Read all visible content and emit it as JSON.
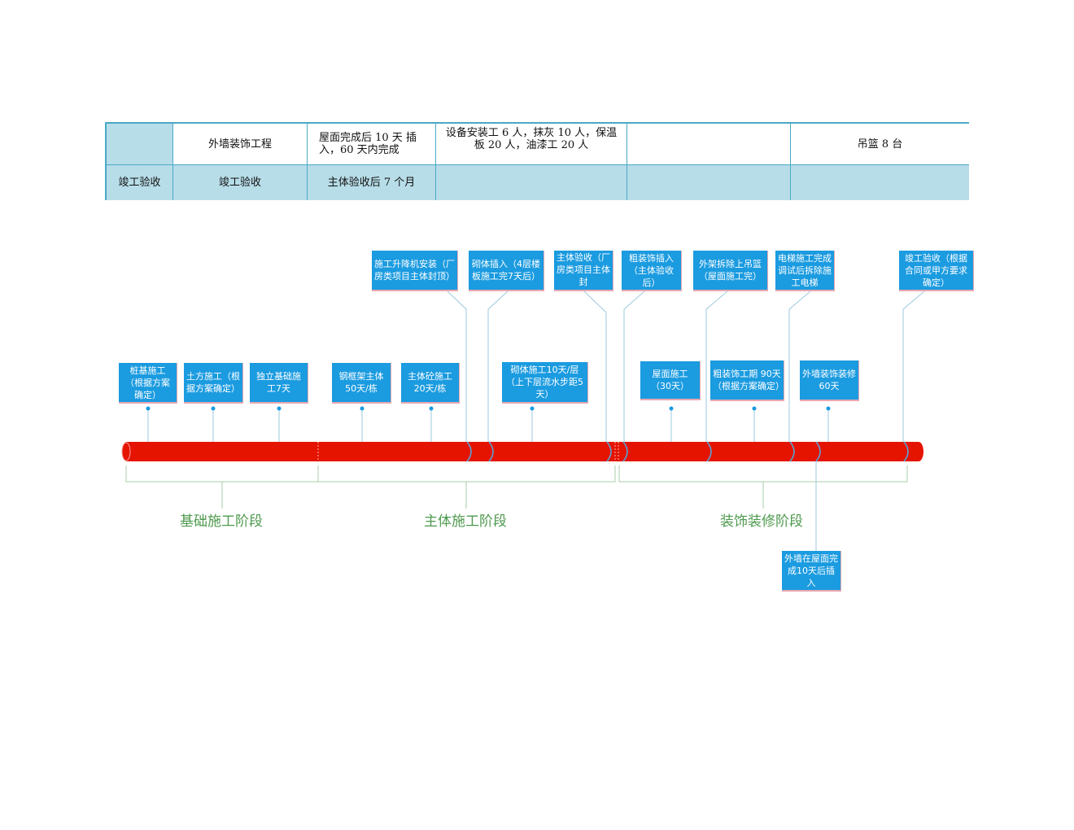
{
  "table": {
    "rows": [
      {
        "phase": "",
        "item": "外墙装饰工程",
        "schedule": "屋面完成后 10 天 插 入，60 天内完成",
        "labor": "设备安装工 6 人，抹灰 10 人，保温板 20 人，油漆工 20 人",
        "col5": "",
        "equipment": "吊篮 8 台"
      },
      {
        "phase": "竣工验收",
        "item": "竣工验收",
        "schedule": "主体验收后 7 个月",
        "labor": "",
        "col5": "",
        "equipment": ""
      }
    ]
  },
  "timeline": {
    "bar_color": "#e51400",
    "phases": [
      {
        "label": "基础施工阶段"
      },
      {
        "label": "主体施工阶段"
      },
      {
        "label": "装饰装修阶段"
      }
    ],
    "lower_boxes": [
      {
        "text": "桩基施工（根据方案确定）"
      },
      {
        "text": "土方施工（根据方案确定）"
      },
      {
        "text": "独立基础施工7天"
      },
      {
        "text": "钢框架主体50天/栋"
      },
      {
        "text": "主体砼施工20天/栋"
      },
      {
        "text": "砌体施工10天/层（上下层流水步距5天）"
      },
      {
        "text": "屋面施工（30天）"
      },
      {
        "text": "粗装饰工期 90天（根据方案确定）"
      },
      {
        "text": "外墙装饰装修60天"
      }
    ],
    "upper_boxes": [
      {
        "text": "施工升降机安装（厂房类项目主体封顶）"
      },
      {
        "text": "砌体插入（4层楼板施工完7天后）"
      },
      {
        "text": "主体验收（厂房类项目主体封"
      },
      {
        "text": "粗装饰插入（主体验收后）"
      },
      {
        "text": "外架拆除上吊篮（屋面施工完）"
      },
      {
        "text": "电梯施工完成调试后拆除施工电梯"
      },
      {
        "text": "竣工验收（根据合同或甲方要求确定）"
      }
    ],
    "bottom_box": {
      "text": "外墙在屋面完成10天后插入"
    }
  }
}
